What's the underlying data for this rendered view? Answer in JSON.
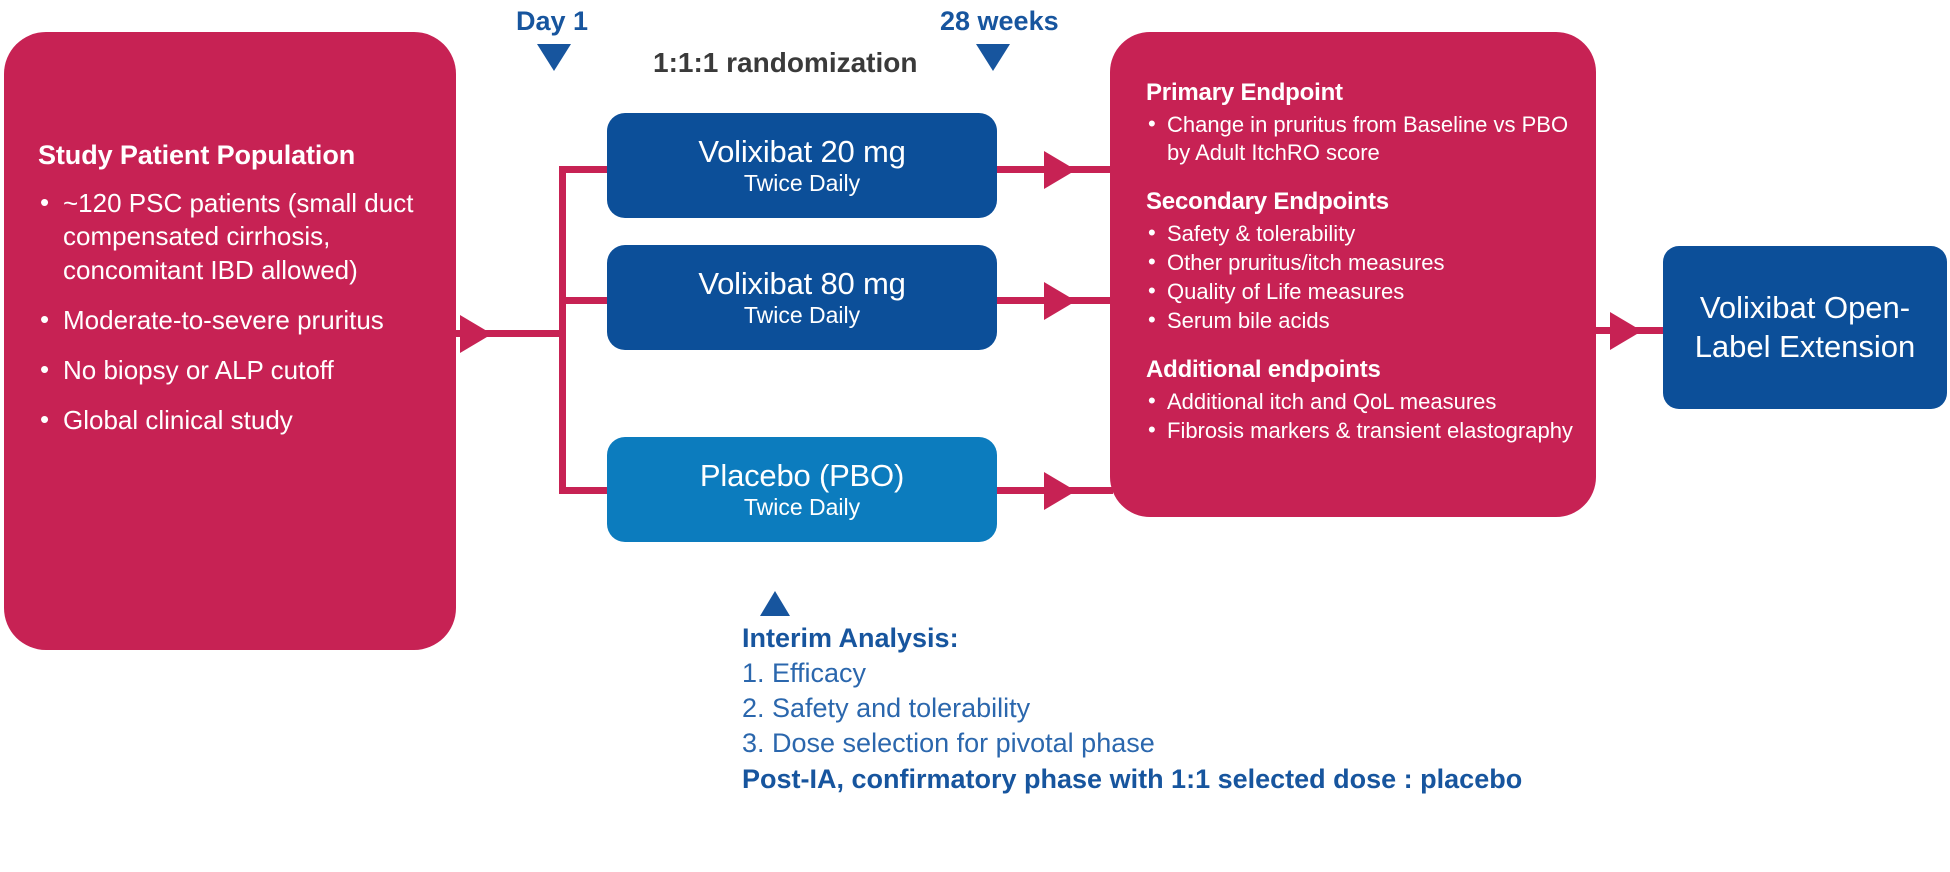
{
  "colors": {
    "crimson": "#C72254",
    "navy": "#0C4F99",
    "mid_blue": "#0C7CBE",
    "label_blue": "#17559E",
    "list_blue": "#2B67AD",
    "dark_gray": "#3A3A3A",
    "white": "#FFFFFF"
  },
  "timeline": {
    "start_label": "Day 1",
    "end_label": "28 weeks",
    "randomization_label": "1:1:1 randomization"
  },
  "population": {
    "title": "Study Patient Population",
    "bullets": [
      "~120 PSC patients (small duct compensated cirrhosis, concomitant IBD allowed)",
      "Moderate-to-severe pruritus",
      "No biopsy or ALP cutoff",
      "Global clinical study"
    ]
  },
  "arms": [
    {
      "title": "Volixibat 20 mg",
      "subtitle": "Twice Daily",
      "style": "navy"
    },
    {
      "title": "Volixibat 80 mg",
      "subtitle": "Twice Daily",
      "style": "navy"
    },
    {
      "title": "Placebo (PBO)",
      "subtitle": "Twice Daily",
      "style": "mid-blue"
    }
  ],
  "endpoints": [
    {
      "heading": "Primary Endpoint",
      "items": [
        "Change in pruritus from Baseline vs PBO by Adult ItchRO score"
      ]
    },
    {
      "heading": "Secondary Endpoints",
      "items": [
        "Safety & tolerability",
        "Other pruritus/itch measures",
        "Quality of Life measures",
        "Serum bile acids"
      ]
    },
    {
      "heading": "Additional endpoints",
      "items": [
        "Additional itch and QoL measures",
        "Fibrosis markers & transient elastography"
      ]
    }
  ],
  "extension": {
    "label": "Volixibat Open-Label Extension"
  },
  "interim": {
    "title": "Interim Analysis:",
    "items": [
      "1. Efficacy",
      "2. Safety and tolerability",
      "3. Dose selection for pivotal phase"
    ],
    "footer": "Post-IA, confirmatory phase with 1:1 selected dose : placebo"
  }
}
